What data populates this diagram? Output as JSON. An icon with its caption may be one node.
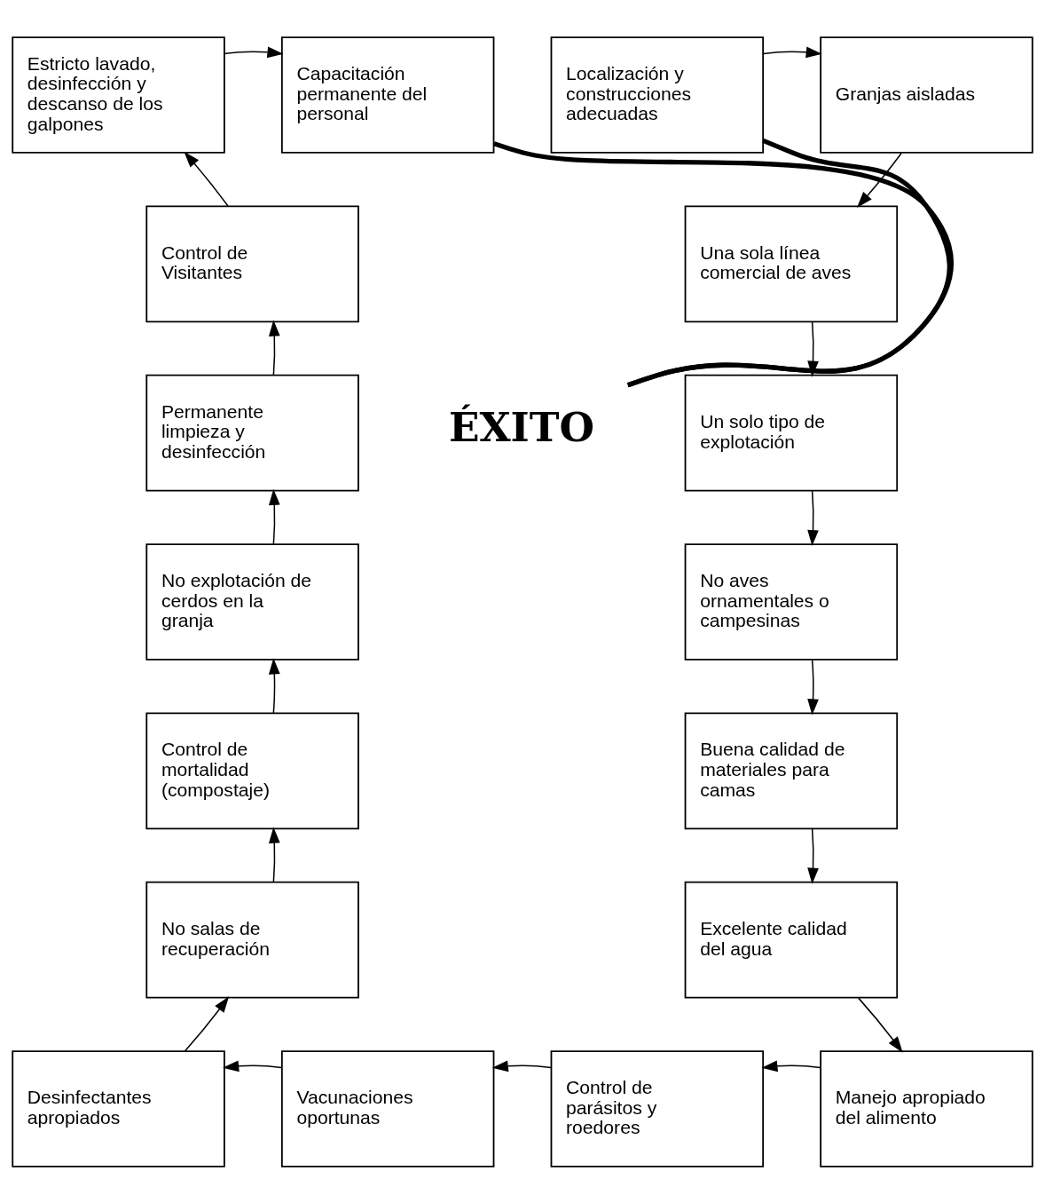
{
  "diagram": {
    "nodes": [
      {
        "text": [
          "Estricto lavado, desinfección y descanso de los galpones"
        ]
      },
      {
        "text": [
          "Capacitación permanente del personal"
        ]
      },
      {
        "text": [
          "Localización y construcciones adecuadas"
        ]
      },
      {
        "text": [
          "Granjas aisladas"
        ]
      },
      {
        "text": [
          "Control de Visitantes"
        ]
      },
      {
        "text": [
          "Una sola línea comercial de aves"
        ]
      },
      {
        "text": [
          "Permanente limpieza y desinfección"
        ]
      },
      {
        "text": [
          "Un solo tipo de explotación"
        ]
      },
      {
        "text": [
          "No explotación de cerdos en la granja"
        ]
      },
      {
        "text": [
          "No aves ornamentales o campesinas"
        ]
      },
      {
        "text": [
          "Control de mortalidad (compostaje)"
        ]
      },
      {
        "text": [
          "Buena calidad de materiales para camas"
        ]
      },
      {
        "text": [
          "No salas de recuperación"
        ]
      },
      {
        "text": [
          "Excelente calidad del agua"
        ]
      },
      {
        "text": [
          "Desinfectantes apropiados"
        ]
      },
      {
        "text": [
          "Vacunaciones oportunas"
        ]
      },
      {
        "text": [
          "Control de parásitos y roedores"
        ]
      },
      {
        "text": [
          "Manejo apropiado del alimento"
        ]
      },
      {
        "text": [
          "ÉXITO"
        ]
      }
    ],
    "edges": [
      {
        "from": 0,
        "to": 1,
        "arrow": "to"
      },
      {
        "from": 2,
        "to": 3,
        "arrow": "to"
      },
      {
        "from": 3,
        "to": 5,
        "arrow": "to"
      },
      {
        "from": 5,
        "to": 7,
        "arrow": "to"
      },
      {
        "from": 7,
        "to": 9,
        "arrow": "to"
      },
      {
        "from": 9,
        "to": 11,
        "arrow": "to"
      },
      {
        "from": 11,
        "to": 13,
        "arrow": "to"
      },
      {
        "from": 13,
        "to": 17,
        "arrow": "to"
      },
      {
        "from": 17,
        "to": 16,
        "arrow": "to"
      },
      {
        "from": 16,
        "to": 15,
        "arrow": "to"
      },
      {
        "from": 15,
        "to": 14,
        "arrow": "to"
      },
      {
        "from": 14,
        "to": 12,
        "arrow": "to"
      },
      {
        "from": 12,
        "to": 10,
        "arrow": "to"
      },
      {
        "from": 10,
        "to": 8,
        "arrow": "to"
      },
      {
        "from": 8,
        "to": 6,
        "arrow": "to"
      },
      {
        "from": 6,
        "to": 4,
        "arrow": "to"
      },
      {
        "from": 4,
        "to": 0,
        "arrow": "to"
      },
      {
        "from": 1,
        "to": 18,
        "arrow": "none",
        "style": "thick"
      },
      {
        "from": 2,
        "to": 18,
        "arrow": "none",
        "style": "thick"
      }
    ]
  }
}
